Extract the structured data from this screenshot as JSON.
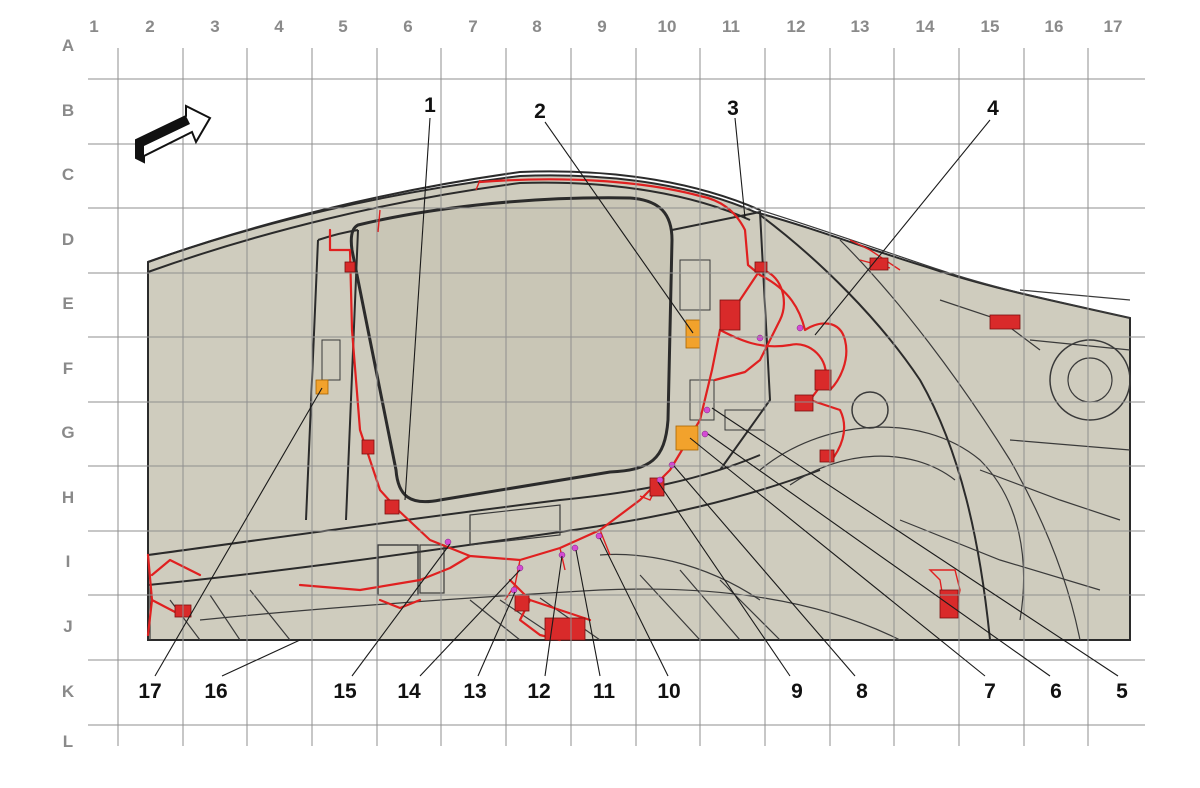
{
  "grid": {
    "columns": [
      "1",
      "2",
      "3",
      "4",
      "5",
      "6",
      "7",
      "8",
      "9",
      "10",
      "11",
      "12",
      "13",
      "14",
      "15",
      "16",
      "17"
    ],
    "rows": [
      "A",
      "B",
      "C",
      "D",
      "E",
      "F",
      "G",
      "H",
      "I",
      "J",
      "K",
      "L"
    ]
  },
  "callouts": [
    "1",
    "2",
    "3",
    "4",
    "5",
    "6",
    "7",
    "8",
    "9",
    "10",
    "11",
    "12",
    "13",
    "14",
    "15",
    "16",
    "17"
  ],
  "colors": {
    "harness": "#e02020",
    "connector_orange": "#f2a22c",
    "clip": "#d44bd4",
    "body_fill": "#cfccbe",
    "window_fill": "#c9c6b6",
    "grid": "#8f8f8f"
  },
  "icons": {
    "orientation": "direction-arrow-icon"
  }
}
